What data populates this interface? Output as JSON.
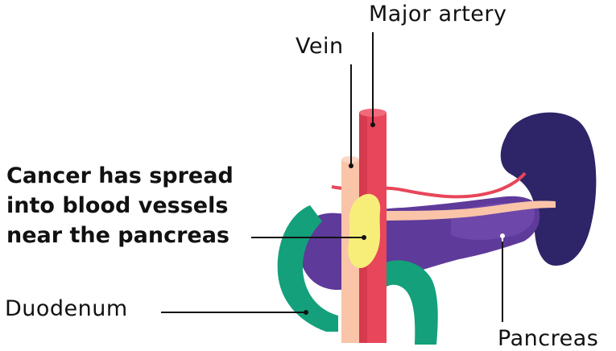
{
  "labels": {
    "major_artery": "Major artery",
    "vein": "Vein",
    "duodenum": "Duodenum",
    "pancreas": "Pancreas"
  },
  "callout": {
    "lines": [
      "Cancer has spread",
      "into blood vessels",
      "near the pancreas"
    ]
  },
  "colors": {
    "artery": "#e8465a",
    "vein": "#f9c4a8",
    "pancreas": "#5e3a9a",
    "spleen": "#2e2468",
    "duodenum": "#14a07a",
    "tumour": "#f7ee7a"
  }
}
